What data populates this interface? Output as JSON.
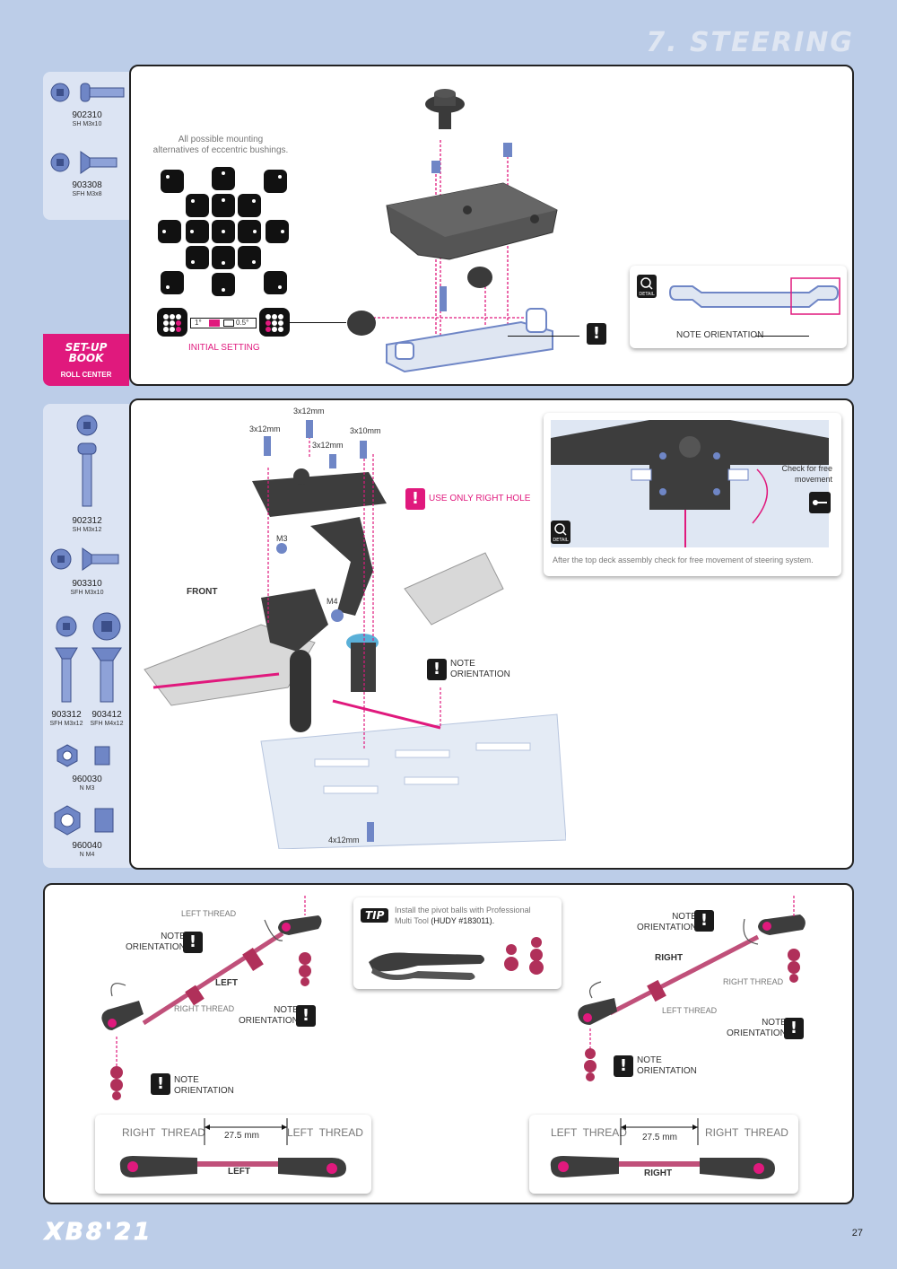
{
  "header": {
    "section_title": "7. STEERING"
  },
  "parts_top": [
    {
      "num": "902310",
      "desc": "SH M3x10"
    },
    {
      "num": "903308",
      "desc": "SFH M3x8"
    }
  ],
  "parts_mid": [
    {
      "num": "902312",
      "desc": "SH M3x12"
    },
    {
      "num": "903310",
      "desc": "SFH M3x10"
    },
    {
      "num": "903312",
      "desc": "SFH M3x12"
    },
    {
      "num": "903412",
      "desc": "SFH M4x12"
    },
    {
      "num": "960030",
      "desc": "N M3"
    },
    {
      "num": "960040",
      "desc": "N M4"
    }
  ],
  "setup_book": {
    "title_line1": "SET-UP",
    "title_line2": "BOOK",
    "subtitle": "ROLL CENTER"
  },
  "panel1": {
    "bushings_caption_line1": "All possible mounting",
    "bushings_caption_line2": "alternatives of eccentric bushings.",
    "scale_left": "1°",
    "scale_right": "0.5°",
    "initial_setting": "INITIAL SETTING",
    "excl": "!",
    "note_orientation": "NOTE ORIENTATION",
    "detail": "DETAIL"
  },
  "panel2": {
    "screws": [
      "3x12mm",
      "3x12mm",
      "3x10mm",
      "3x12mm"
    ],
    "m3": "M3",
    "m4": "M4",
    "front": "FRONT",
    "use_only_right_hole": "USE ONLY RIGHT HOLE",
    "note": "NOTE",
    "orientation": "ORIENTATION",
    "bottom_screw": "4x12mm",
    "check_line1": "Check for free",
    "check_line2": "movement",
    "after_text": "After the top deck assembly check for free movement of steering system.",
    "detail": "DETAIL"
  },
  "panel3": {
    "left_thread": "LEFT THREAD",
    "right_thread": "RIGHT THREAD",
    "note": "NOTE",
    "orientation": "ORIENTATION",
    "left": "LEFT",
    "right": "RIGHT",
    "tip_badge": "TIP",
    "tip_line1": "Install the pivot balls with Professional",
    "tip_line2": "Multi Tool",
    "tip_ref": "(HUDY #183011).",
    "box_left_thread": "RIGHT  THREAD",
    "box_right_thread": "LEFT  THREAD",
    "box_measure": "27.5 mm",
    "box_label_left": "LEFT",
    "box2_left_thread": "LEFT  THREAD",
    "box2_right_thread": "RIGHT  THREAD",
    "box2_measure": "27.5 mm",
    "box2_label": "RIGHT"
  },
  "footer": {
    "logo": "XB8'21",
    "page": "27"
  },
  "colors": {
    "accent": "#e0197d",
    "background": "#bccde8",
    "panel_border": "#222222"
  }
}
